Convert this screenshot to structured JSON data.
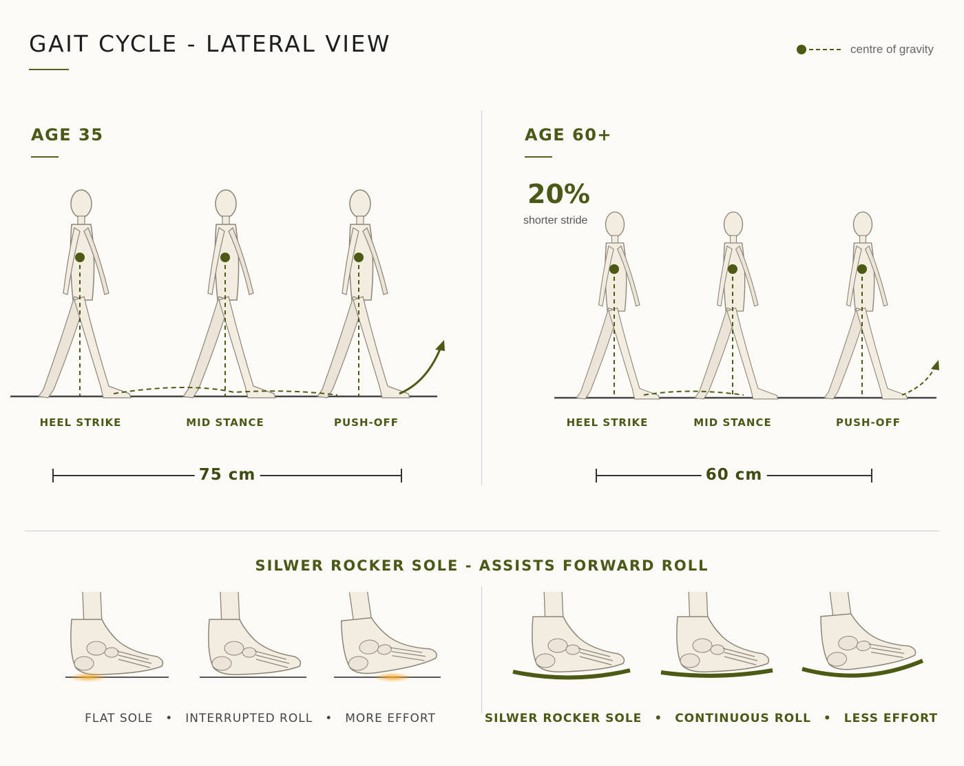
{
  "title": "GAIT CYCLE - LATERAL VIEW",
  "legend": {
    "label": "centre of gravity",
    "icon": "dot-dashed-line-icon"
  },
  "colors": {
    "accent": "#4a5916",
    "highlight": "#f5a623",
    "figure": "#f3ece1",
    "rule": "#556018"
  },
  "left_panel": {
    "heading": "AGE 35",
    "phases": [
      "HEEL STRIKE",
      "MID STANCE",
      "PUSH-OFF"
    ],
    "stride": "75 cm"
  },
  "right_panel": {
    "heading": "AGE 60+",
    "stat_value": "20%",
    "stat_label": "shorter stride",
    "phases": [
      "HEEL STRIKE",
      "MID STANCE",
      "PUSH-OFF"
    ],
    "stride": "60 cm"
  },
  "bottom": {
    "heading": "SILWER ROCKER SOLE - ASSISTS FORWARD ROLL",
    "left_captions": [
      "FLAT SOLE",
      "INTERRUPTED ROLL",
      "MORE EFFORT"
    ],
    "right_captions": [
      "SILWER ROCKER SOLE",
      "CONTINUOUS ROLL",
      "LESS EFFORT"
    ],
    "separator": "•"
  }
}
